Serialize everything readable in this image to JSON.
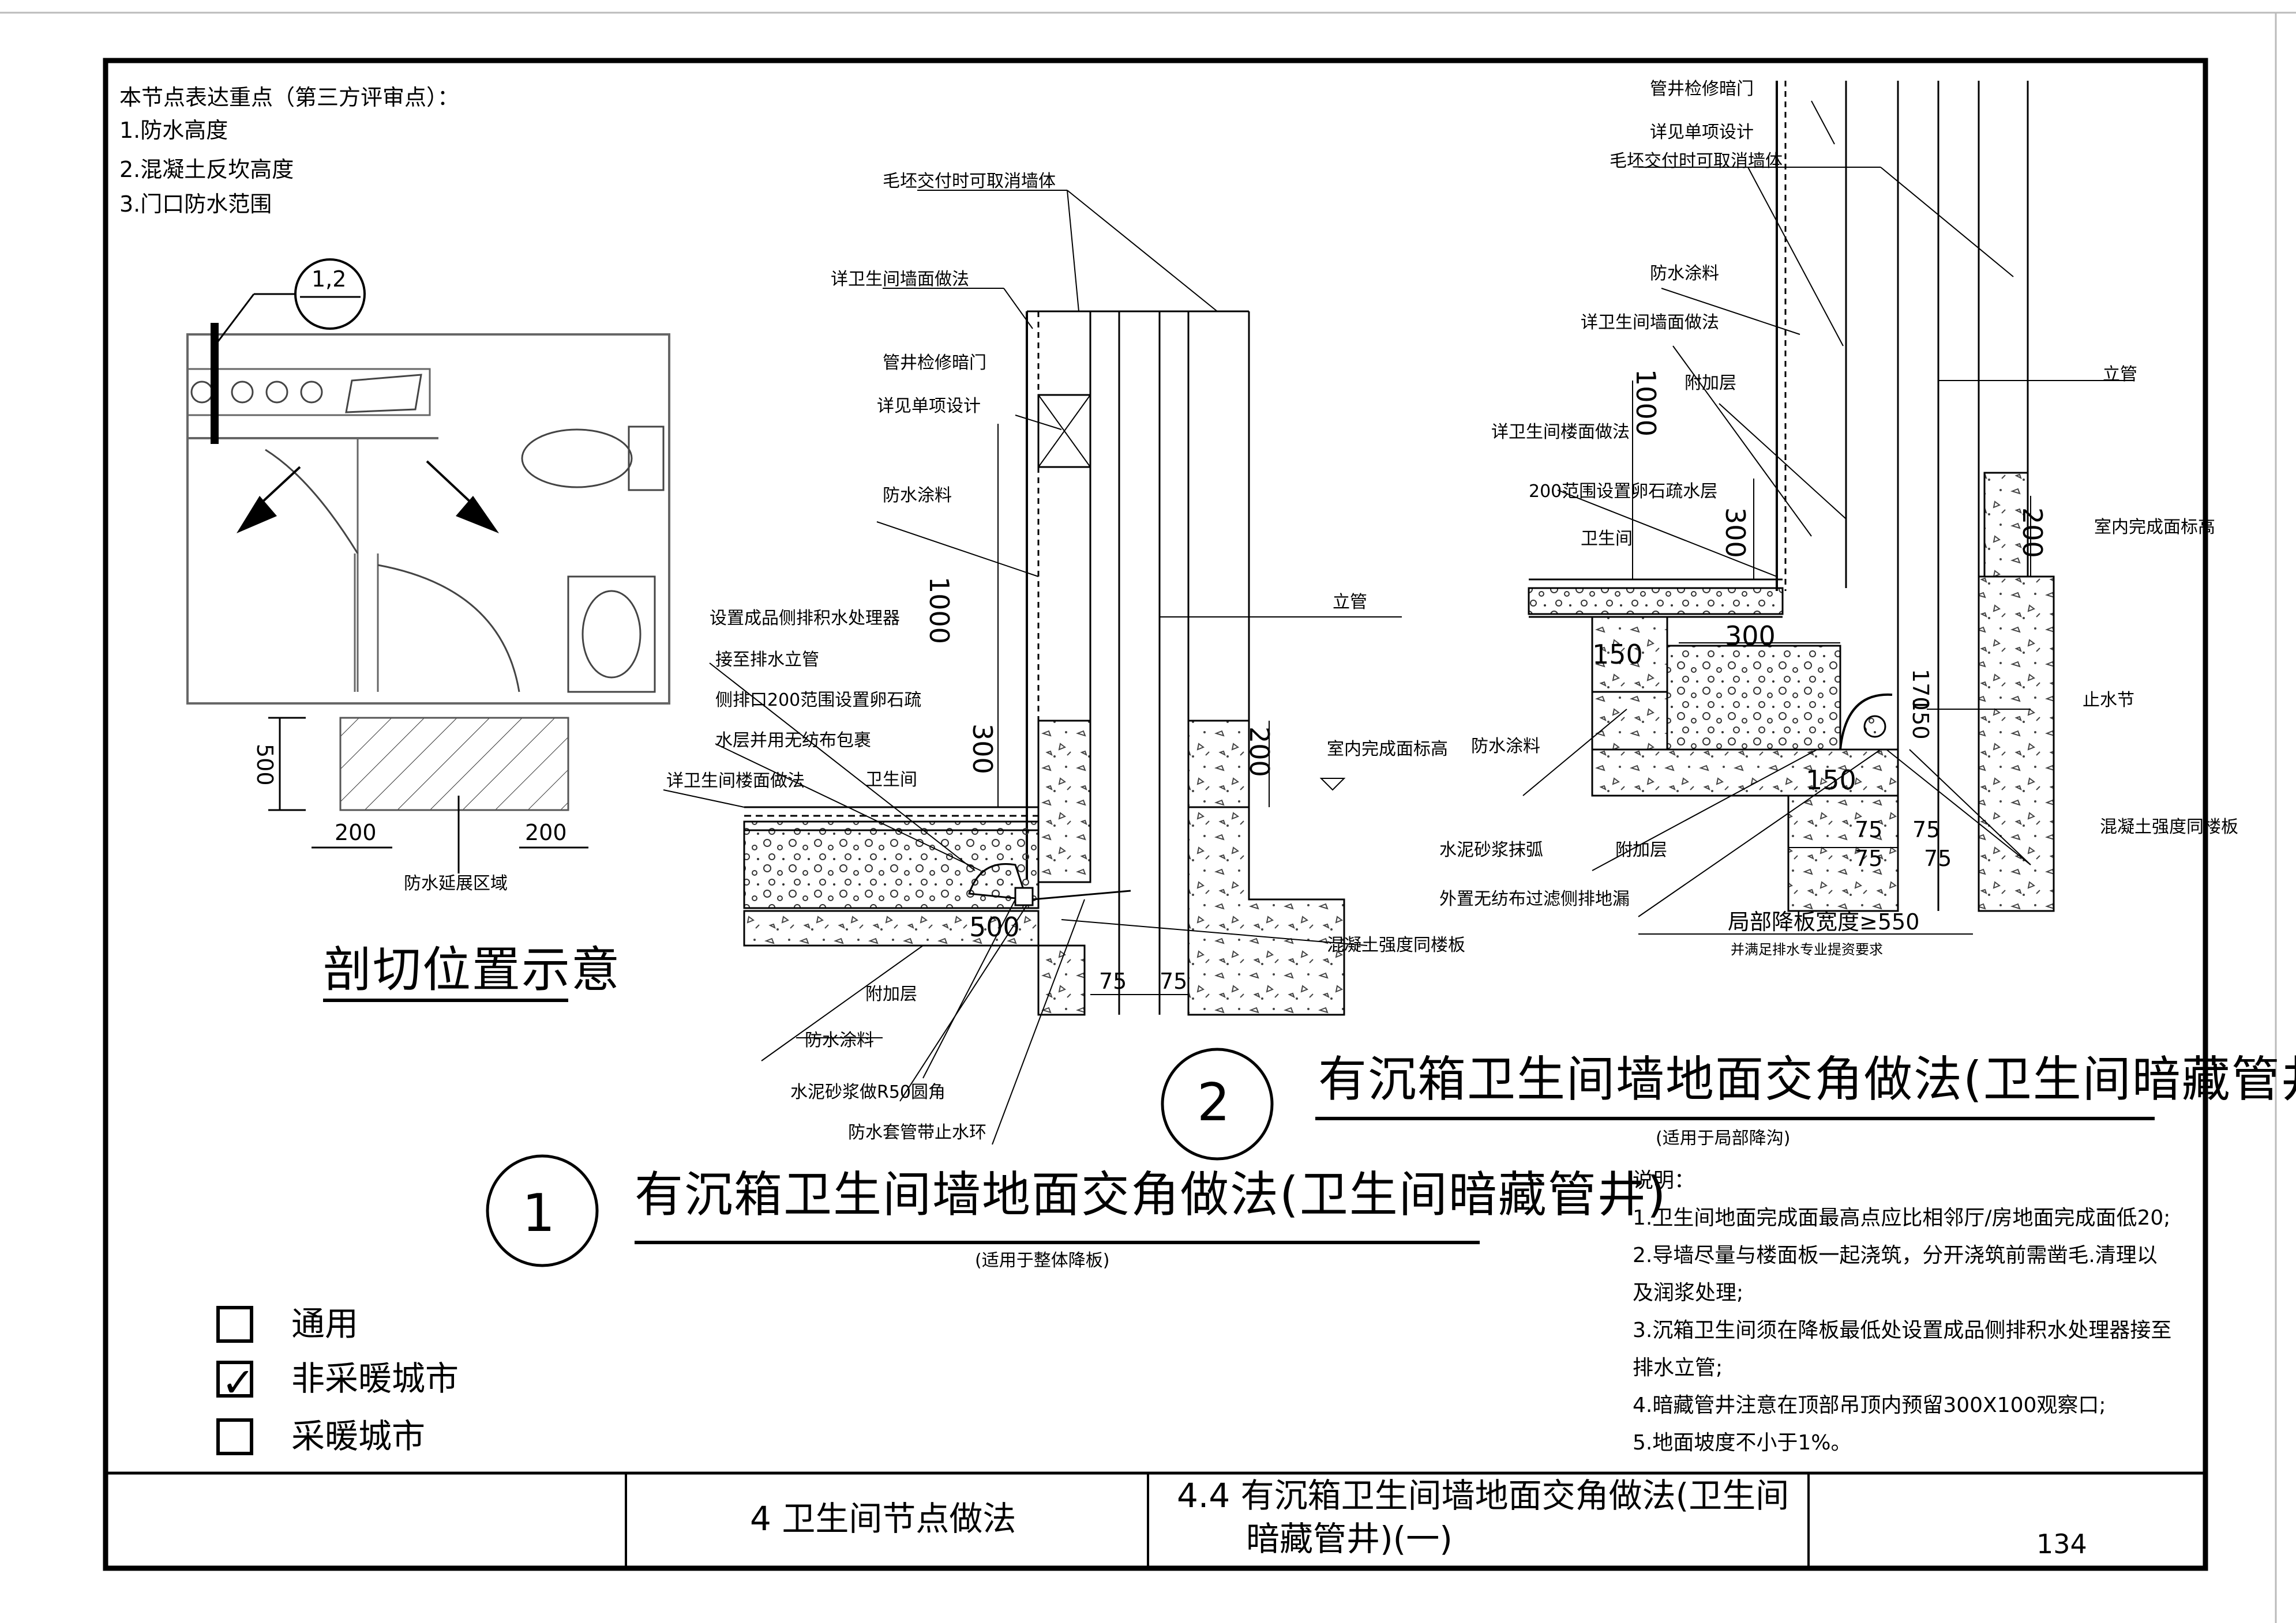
{
  "focus_notes": {
    "heading": "本节点表达重点（第三方评审点）：",
    "items": [
      "1.防水高度",
      "2.混凝土反坎高度",
      "3.门口防水范围"
    ]
  },
  "plan": {
    "section_mark": "1,2",
    "dim_500": "500",
    "dim_left_200": "200",
    "dim_right_200": "200",
    "zone_label": "防水延展区域",
    "caption": "剖切位置示意"
  },
  "detail1": {
    "number": "1",
    "title": "有沉箱卫生间墙地面交角做法(卫生间暗藏管井)",
    "subtitle": "(适用于整体降板)",
    "labels": {
      "can_remove_wall": "毛坯交付时可取消墙体",
      "wall_finish": "详卫生间墙面做法",
      "access_door": "管井检修暗门",
      "see_special": "详见单项设计",
      "coating": "防水涂料",
      "processor": "设置成品侧排积水处理器",
      "connect_riser": "接至排水立管",
      "side_outlet": "侧排口200范围设置卵石疏",
      "geotextile": "水层并用无纺布包裹",
      "floor_finish": "详卫生间楼面做法",
      "bathroom": "卫生间",
      "riser": "立管",
      "indoor_level": "室内完成面标高",
      "concrete_curb": "混凝土强度同楼板",
      "additional_layer": "附加层",
      "coating_bottom": "防水涂料",
      "mortar_fillet": "水泥砂浆做R50圆角",
      "sleeve": "防水套管带止水环"
    },
    "dims": {
      "d1000": "1000",
      "d300": "300",
      "d200": "200",
      "d500": "500",
      "d75a": "75",
      "d75b": "75"
    }
  },
  "detail2": {
    "number": "2",
    "title": "有沉箱卫生间墙地面交角做法(卫生间暗藏管井)",
    "subtitle": "(适用于局部降沟)",
    "labels": {
      "access_door": "管井检修暗门",
      "see_special": "详见单项设计",
      "can_remove_wall": "毛坯交付时可取消墙体",
      "coating_top": "防水涂料",
      "wall_finish": "详卫生间墙面做法",
      "additional_top": "附加层",
      "floor_finish": "详卫生间楼面做法",
      "gravel_layer": "200范围设置卵石疏水层",
      "bathroom": "卫生间",
      "riser": "立管",
      "indoor_level": "室内完成面标高",
      "coating_left": "防水涂料",
      "water_stop": "止水节",
      "mortar": "水泥砂浆抹弧",
      "additional_bottom": "附加层",
      "wrap": "外置无纺布过滤侧排地漏",
      "concrete_curb": "混凝土强度同楼板",
      "drop_width": "局部降板宽度≥550",
      "drainage_req": "并满足排水专业提资要求"
    },
    "dims": {
      "d1000": "1000",
      "d300v": "300",
      "d300h": "300",
      "d150": "150",
      "d150b": "150",
      "d150r": "150",
      "d170": "170",
      "d200": "200",
      "d75a": "75",
      "d75b": "75",
      "d75c": "75",
      "d75d": "75"
    }
  },
  "legend": [
    {
      "label": "通用",
      "checked": false
    },
    {
      "label": "非采暖城市",
      "checked": true
    },
    {
      "label": "采暖城市",
      "checked": false
    }
  ],
  "explanation": {
    "heading": "说明：",
    "lines": [
      "1.卫生间地面完成面最高点应比相邻厅/房地面完成面低20;",
      "2.导墙尽量与楼面板一起浇筑，分开浇筑前需凿毛.清理以",
      "   及润浆处理;",
      "3.沉箱卫生间须在降板最低处设置成品侧排积水处理器接至",
      "   排水立管;",
      "4.暗藏管井注意在顶部吊顶内预留300X100观察口;",
      "5.地面坡度不小于1%。"
    ]
  },
  "title_block": {
    "chapter": "4  卫生间节点做法",
    "section_line1": "4.4  有沉箱卫生间墙地面交角做法(卫生间",
    "section_line2": "暗藏管井)(一)",
    "page": "134"
  }
}
